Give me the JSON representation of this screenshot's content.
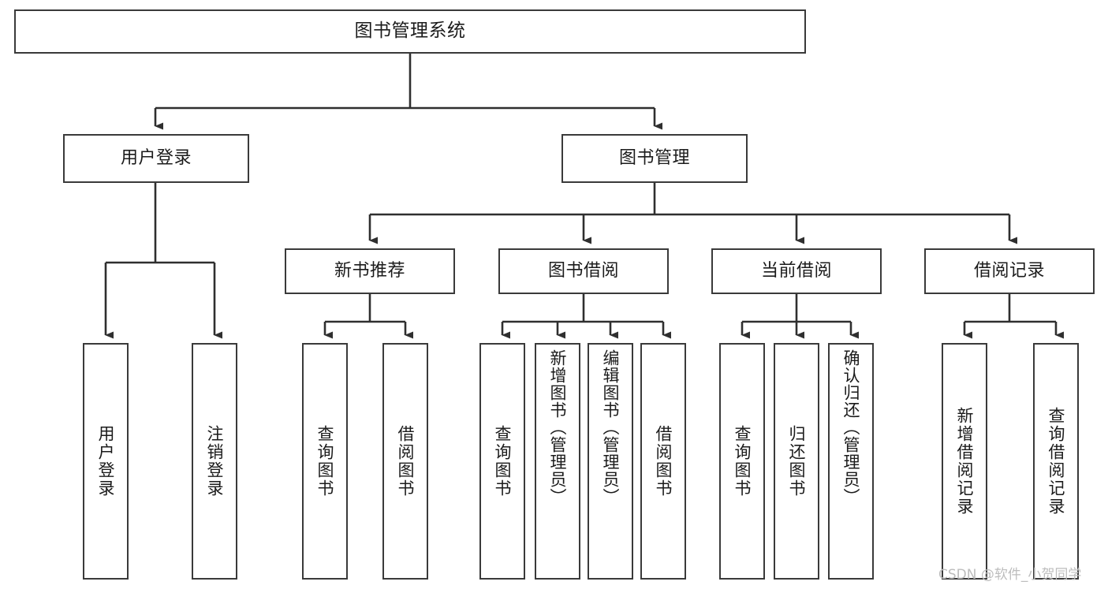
{
  "diagram": {
    "type": "tree",
    "title": "图书管理系统",
    "watermark": "CSDN @软件_小贺同学",
    "colors": {
      "box_border": "#3a3a3a",
      "box_fill": "#ffffff",
      "edge": "#2f2f2f",
      "text": "#1b1b1b",
      "watermark": "#bdbdbd",
      "background": "#ffffff"
    },
    "levels": {
      "root": "图书管理系统",
      "level1": [
        "用户登录",
        "图书管理"
      ],
      "level2": [
        "新书推荐",
        "图书借阅",
        "当前借阅",
        "借阅记录"
      ]
    },
    "nodes": {
      "root": {
        "label": "图书管理系统"
      },
      "user_login": {
        "label": "用户登录"
      },
      "book_manage": {
        "label": "图书管理"
      },
      "new_book_rec": {
        "label": "新书推荐"
      },
      "book_borrow": {
        "label": "图书借阅"
      },
      "current_borrow": {
        "label": "当前借阅"
      },
      "borrow_record": {
        "label": "借阅记录"
      },
      "leaf_user_login": {
        "label": "用户登录"
      },
      "leaf_logout": {
        "label": "注销登录"
      },
      "leaf_query_book_1": {
        "label": "查询图书"
      },
      "leaf_borrow_book_1": {
        "label": "借阅图书"
      },
      "leaf_query_book_2": {
        "label": "查询图书"
      },
      "leaf_add_book": {
        "label": "新增图书（管理员）"
      },
      "leaf_edit_book": {
        "label": "编辑图书（管理员）"
      },
      "leaf_borrow_book_2": {
        "label": "借阅图书"
      },
      "leaf_query_book_3": {
        "label": "查询图书"
      },
      "leaf_return_book": {
        "label": "归还图书"
      },
      "leaf_confirm_return": {
        "label": "确认归还（管理员）"
      },
      "leaf_add_record": {
        "label": "新增借阅记录"
      },
      "leaf_query_record": {
        "label": "查询借阅记录"
      }
    },
    "edges": [
      {
        "from": "root",
        "to": "user_login"
      },
      {
        "from": "root",
        "to": "book_manage"
      },
      {
        "from": "user_login",
        "to": "leaf_user_login"
      },
      {
        "from": "user_login",
        "to": "leaf_logout"
      },
      {
        "from": "book_manage",
        "to": "new_book_rec"
      },
      {
        "from": "book_manage",
        "to": "book_borrow"
      },
      {
        "from": "book_manage",
        "to": "current_borrow"
      },
      {
        "from": "book_manage",
        "to": "borrow_record"
      },
      {
        "from": "new_book_rec",
        "to": "leaf_query_book_1"
      },
      {
        "from": "new_book_rec",
        "to": "leaf_borrow_book_1"
      },
      {
        "from": "book_borrow",
        "to": "leaf_query_book_2"
      },
      {
        "from": "book_borrow",
        "to": "leaf_add_book"
      },
      {
        "from": "book_borrow",
        "to": "leaf_edit_book"
      },
      {
        "from": "book_borrow",
        "to": "leaf_borrow_book_2"
      },
      {
        "from": "current_borrow",
        "to": "leaf_query_book_3"
      },
      {
        "from": "current_borrow",
        "to": "leaf_return_book"
      },
      {
        "from": "current_borrow",
        "to": "leaf_confirm_return"
      },
      {
        "from": "borrow_record",
        "to": "leaf_add_record"
      },
      {
        "from": "borrow_record",
        "to": "leaf_query_record"
      }
    ]
  }
}
